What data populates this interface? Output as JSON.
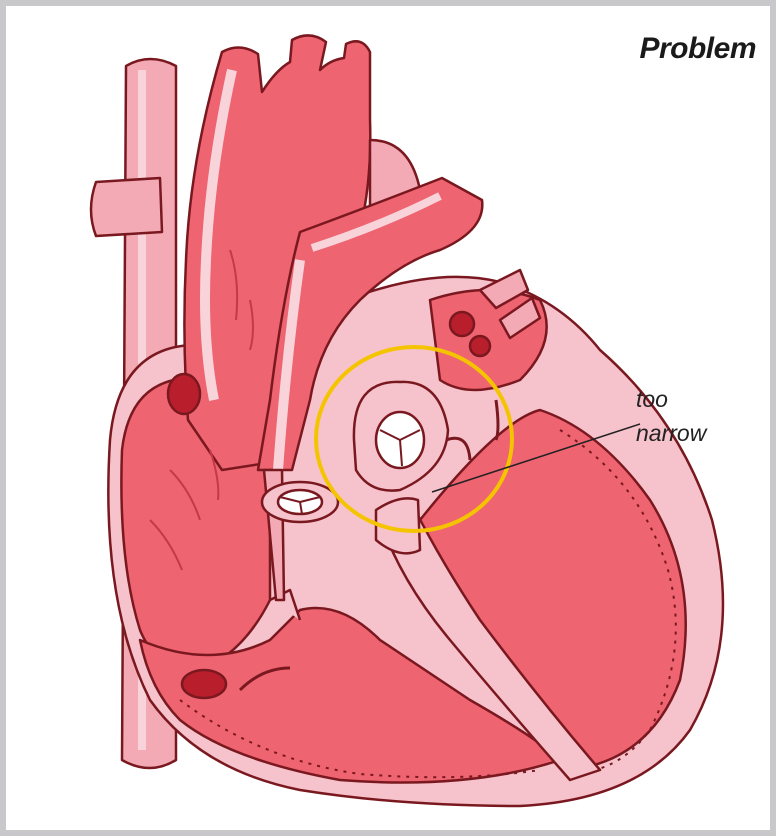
{
  "title": "Problem",
  "callout": {
    "line1": "too",
    "line2": "narrow"
  },
  "colors": {
    "background": "#c8c8cb",
    "frame": "#ffffff",
    "outline": "#7a1820",
    "chamber": "#ee6470",
    "wall": "#f6c2cb",
    "vessel": "#f3aab5",
    "dark_red": "#b81e2c",
    "highlight_ring": "#f5c400"
  },
  "icons": [
    "heart-illustration",
    "highlight-circle",
    "callout-pointer"
  ]
}
